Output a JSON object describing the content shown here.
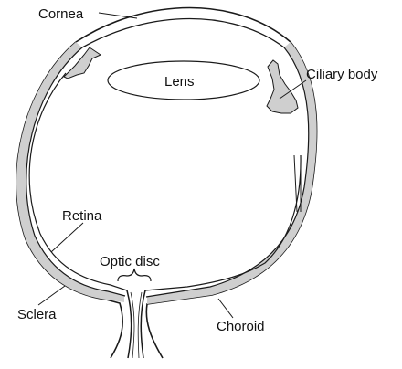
{
  "labels": {
    "cornea": "Cornea",
    "lens": "Lens",
    "ciliary_body": "Ciliary body",
    "retina": "Retina",
    "optic_disc": "Optic disc",
    "sclera": "Sclera",
    "choroid": "Choroid"
  },
  "colors": {
    "stroke": "#1a1a1a",
    "tissue_fill": "#cfcfcf",
    "background": "#ffffff"
  }
}
